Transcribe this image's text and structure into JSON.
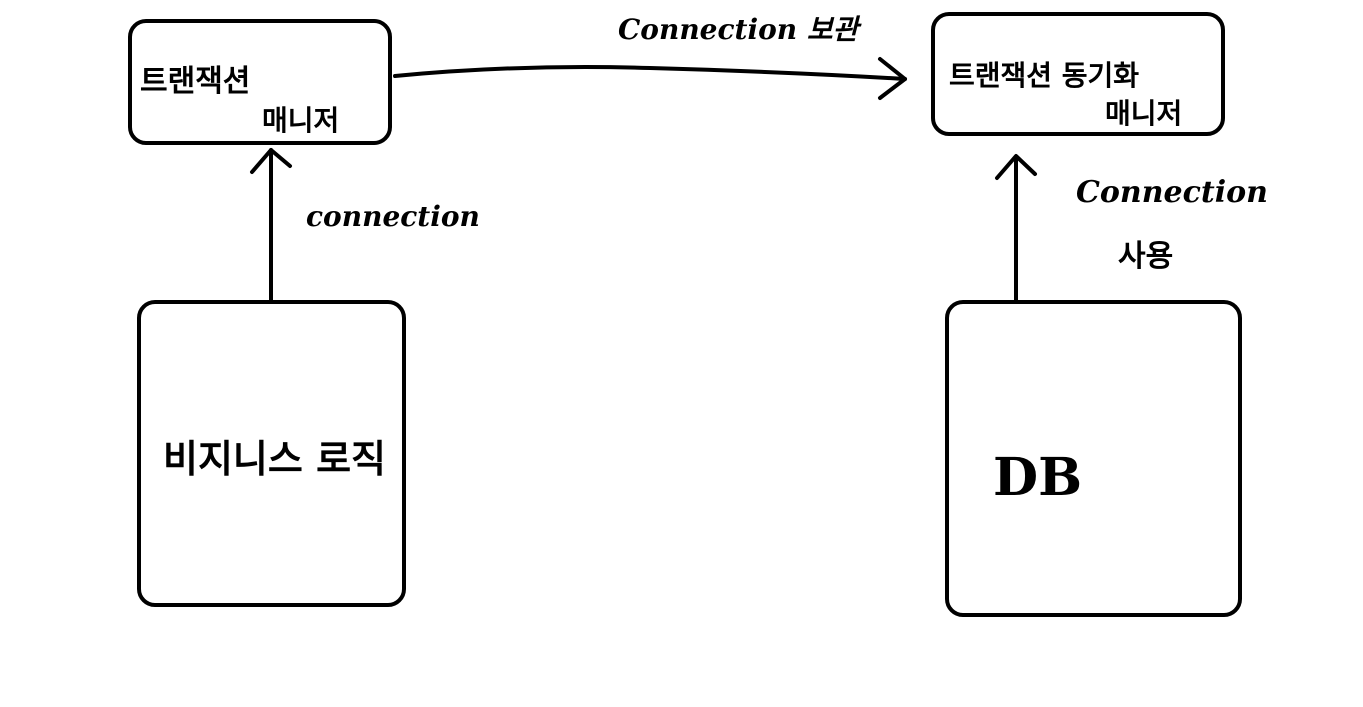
{
  "nodes": {
    "tx_manager": {
      "line1": "트랜잭션",
      "line2": "매니저"
    },
    "tx_sync_manager": {
      "line1": "트랜잭션 동기화",
      "line2": "매니저"
    },
    "business_logic": {
      "label": "비지니스 로직"
    },
    "db": {
      "label": "DB"
    }
  },
  "edges": {
    "logic_to_tx_manager": {
      "label": "connection"
    },
    "tx_manager_to_sync": {
      "label": "Connection 보관"
    },
    "db_to_sync": {
      "line1": "Connection",
      "line2": "사용"
    }
  },
  "colors": {
    "stroke": "#000000",
    "marker": "#1e8fd6"
  }
}
